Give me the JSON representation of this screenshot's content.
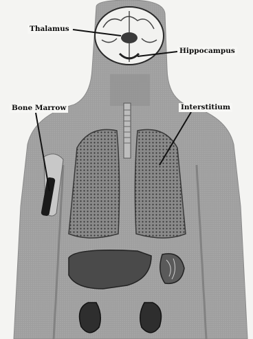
{
  "labels": {
    "thalamus": "Thalamus",
    "hippocampus": "Hippocampus",
    "bone_marrow": "Bone Marrow",
    "interstitium": "Interstitium"
  },
  "colors": {
    "background": "#f4f4f2",
    "body": "#9c9c9c",
    "organ_dark": "#4a4a4a",
    "line": "#111111"
  }
}
